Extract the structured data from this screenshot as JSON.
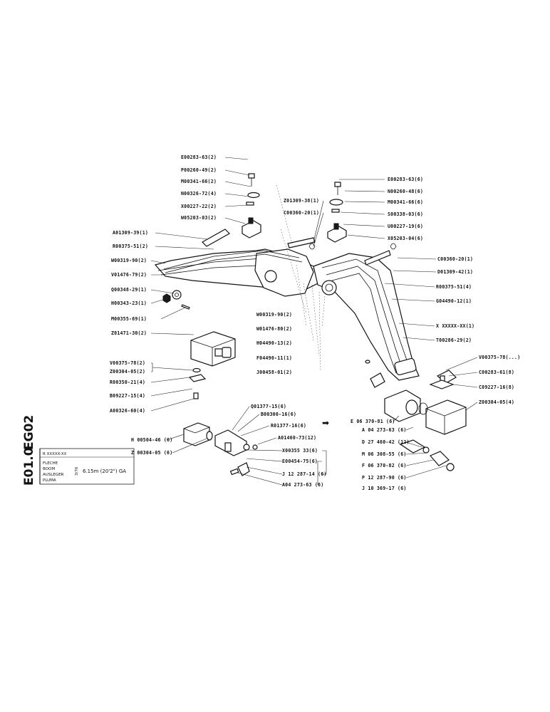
{
  "sheet": {
    "side_code_1": "EG02",
    "side_code_2": "E01.0",
    "small_mark": "3/76",
    "arrow_glyph": "➡"
  },
  "title_block": {
    "ref": "R XXXXX-XX",
    "languages": [
      "FLECHE",
      "BOOM",
      "AUSLEGER",
      "PLUMA"
    ],
    "spec": "6.15m  (20'2\")  GA"
  },
  "labels_left": [
    "E00283-63(2)",
    "P00260-49(2)",
    "M00341-66(2)",
    "N00326-72(4)",
    "X00227-22(2)",
    "W05203-03(2)",
    "A01309-39(1)",
    "R00375-51(2)",
    "W00319-90(2)",
    "V01476-79(2)",
    "Q00348-29(1)",
    "H00343-23(1)",
    "M00355-69(1)",
    "Z01471-30(2)",
    "V00375-78(2)",
    "Z00304-05(2)",
    "R00350-21(4)",
    "B09227-15(4)",
    "A00326-60(4)"
  ],
  "labels_center": [
    "Z01309-38(1)",
    "C00360-20(1)",
    "W00319-90(2)",
    "W01476-80(2)",
    "H04490-13(2)",
    "F04490-11(1)",
    "J00458-01(2)"
  ],
  "labels_right_top": [
    "E00283-63(6)",
    "N00260-48(6)",
    "M00341-66(6)",
    "S00338-03(6)",
    "U00227-19(6)",
    "X05203-04(6)",
    "C00360-20(1)",
    "D01309-42(1)",
    "R00375-51(4)",
    "G04490-12(1)",
    "X XXXXX-XX(1)",
    "T00286-29(2)"
  ],
  "labels_right_mid": [
    "V00375-78(...)",
    "C00283-61(8)",
    "C09227-16(8)",
    "Z00304-05(4)"
  ],
  "labels_bottom_center": [
    "Q01377-15(6)",
    "B00300-16(6)",
    "R01377-16(6)",
    "A01460-73(12)",
    "X00355 33(6)",
    "E00454-75(6)",
    "J 12 287-14 (6)",
    "A04 273-63 (6)"
  ],
  "labels_bottom_left": [
    "H 00504-46 (6)",
    "Z 00304-05 (6)"
  ],
  "labels_bottom_right": [
    "E 06 370-81 (6)",
    "A 04 273-63 (6)",
    "D 27 460-42 (12)",
    "M 06 308-55 (6)",
    "F 06 370-82 (6)",
    "P 12 287-90 (6)",
    "J 10 369-17 (6)"
  ]
}
